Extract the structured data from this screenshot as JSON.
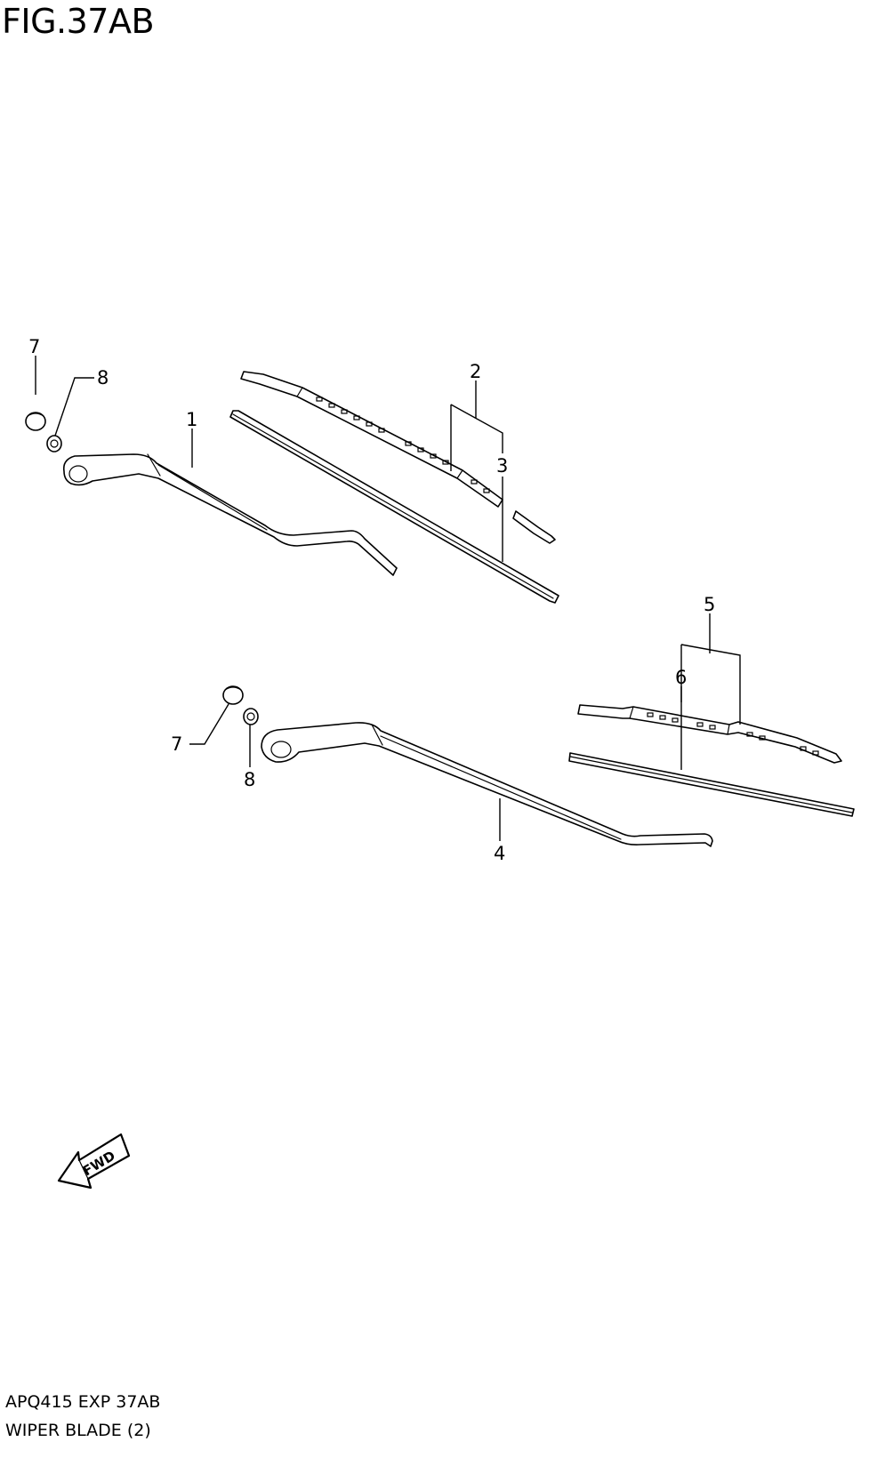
{
  "figure": {
    "title": "FIG.37AB"
  },
  "callouts": {
    "c1": "1",
    "c2": "2",
    "c3": "3",
    "c4": "4",
    "c5": "5",
    "c6": "6",
    "c7a": "7",
    "c8a": "8",
    "c7b": "7",
    "c8b": "8"
  },
  "fwd_label": "FWD",
  "footer": {
    "code": "APQ415 EXP 37AB",
    "name": "WIPER BLADE (2)"
  }
}
